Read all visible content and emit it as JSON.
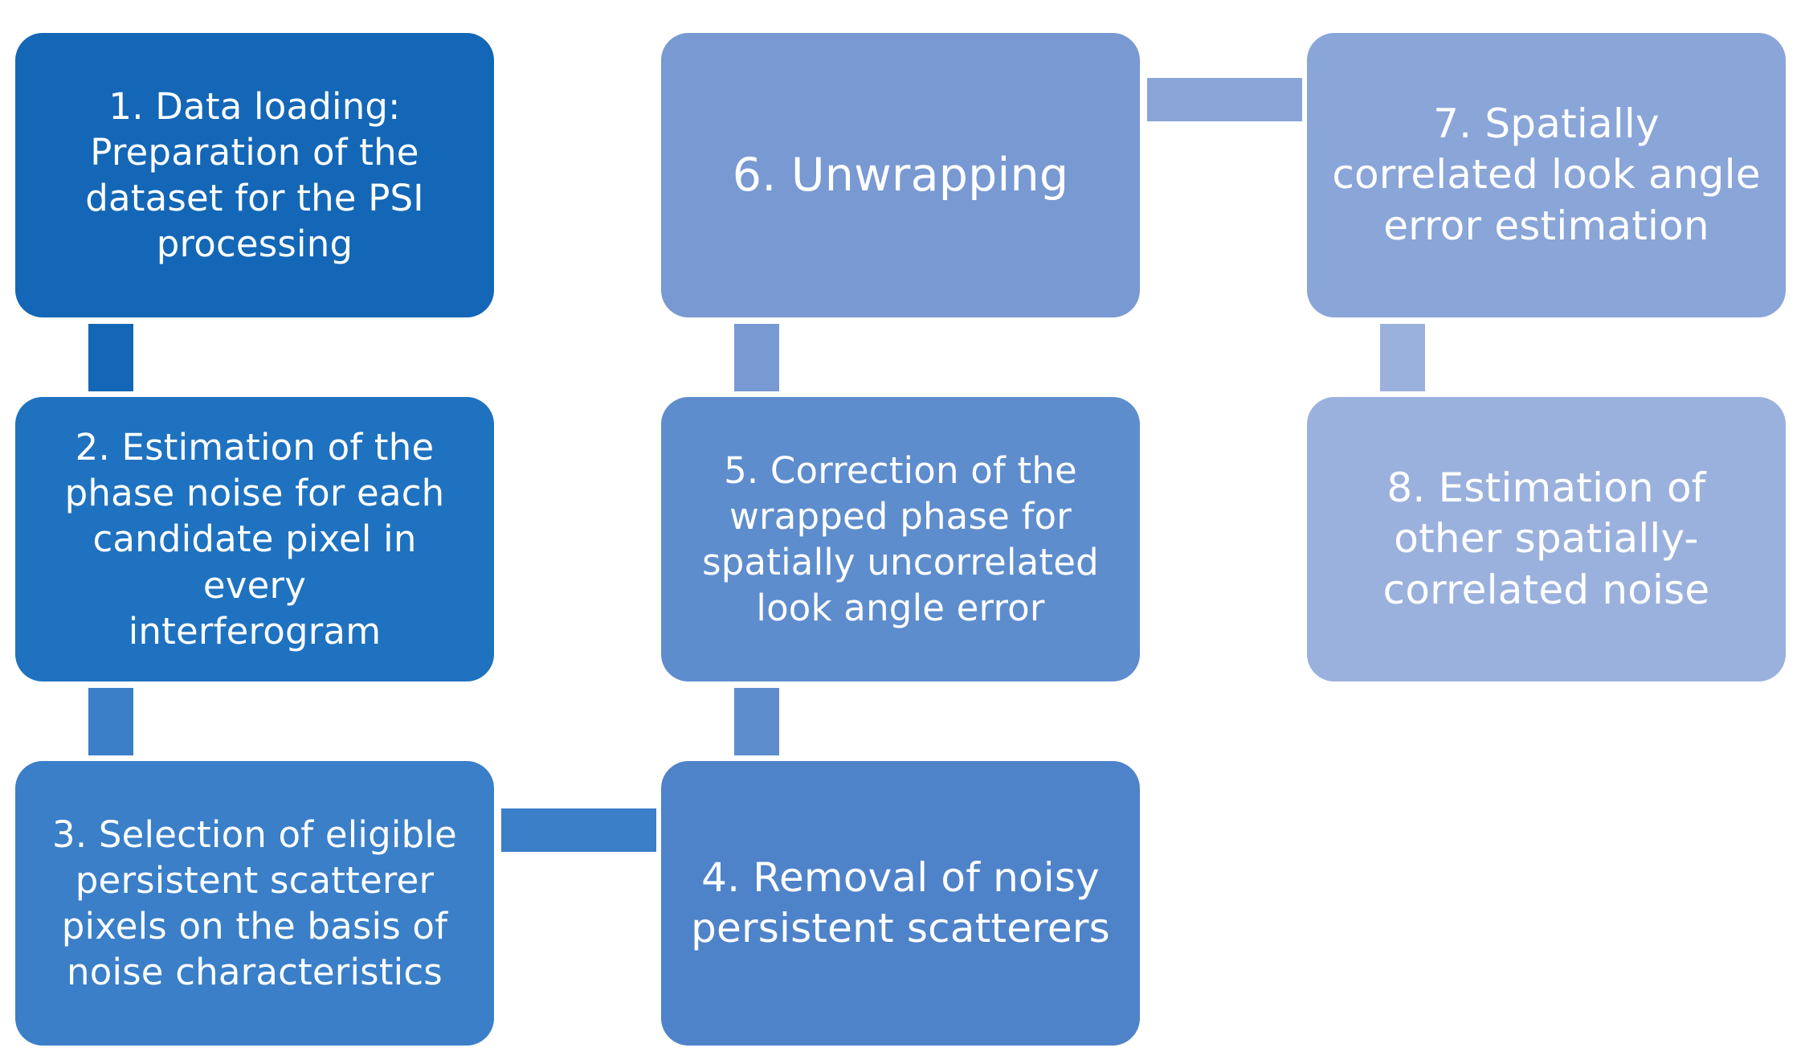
{
  "steps": [
    {
      "id": 1,
      "text": "1. Data loading:\nPreparation of the\ndataset for the PSI\nprocessing",
      "color": "#1467b6"
    },
    {
      "id": 2,
      "text": "2. Estimation of the\nphase noise for each\ncandidate pixel in every\ninterferogram",
      "color": "#1f72c0"
    },
    {
      "id": 3,
      "text": "3. Selection of eligible\npersistent scatterer\npixels on the basis of\nnoise characteristics",
      "color": "#3a7fc8"
    },
    {
      "id": 4,
      "text": "4. Removal of noisy\npersistent scatterers",
      "color": "#4f83c9"
    },
    {
      "id": 5,
      "text": "5. Correction of the\nwrapped phase for\nspatially uncorrelated\nlook angle error",
      "color": "#5e8dcd"
    },
    {
      "id": 6,
      "text": "6. Unwrapping",
      "color": "#7899d2"
    },
    {
      "id": 7,
      "text": "7. Spatially\ncorrelated look angle\nerror estimation",
      "color": "#8aa5d8"
    },
    {
      "id": 8,
      "text": "8. Estimation of\nother spatially-\ncorrelated noise",
      "color": "#9bb1dd"
    }
  ],
  "connections": [
    {
      "from": 1,
      "to": 2
    },
    {
      "from": 2,
      "to": 3
    },
    {
      "from": 3,
      "to": 4
    },
    {
      "from": 4,
      "to": 5
    },
    {
      "from": 5,
      "to": 6
    },
    {
      "from": 6,
      "to": 7
    },
    {
      "from": 7,
      "to": 8
    }
  ]
}
